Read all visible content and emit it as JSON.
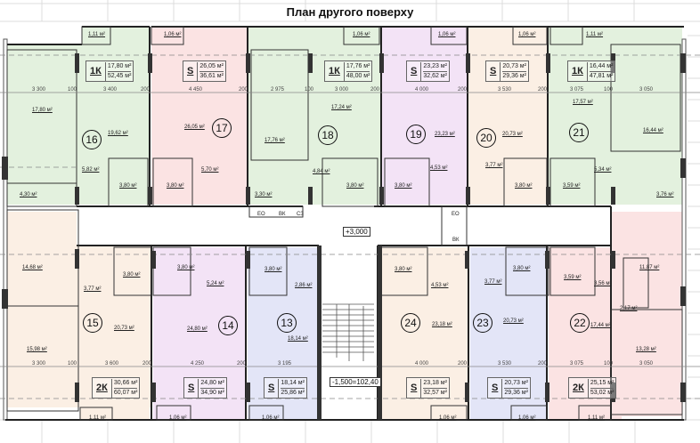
{
  "title": "План другого поверху",
  "colors": {
    "green": "#e3f1de",
    "pink": "#fbe3e3",
    "violet": "#f3e3f6",
    "peach": "#fbefe4",
    "blue": "#e3e5f7",
    "wall": "#222222",
    "grid": "#d9d9d9"
  },
  "levels": {
    "corridor": "+3,000",
    "stair": "-1,500=102,40"
  },
  "shafts": {
    "top": [
      "ЕО",
      "ВК",
      "СЗ"
    ],
    "right_top": "ЕО",
    "right_bottom": "ВК"
  },
  "apartments": [
    {
      "num": "16",
      "type": "1К",
      "living": "17,80 м²",
      "total": "52,45 м²",
      "balcony": "1,11 м²",
      "rooms": [
        "17,80 м²",
        "19,62 м²",
        "5,82 м²",
        "3,80 м²",
        "4,30 м²"
      ],
      "dims": [
        "3 300",
        "100",
        "3 400",
        "200"
      ]
    },
    {
      "num": "17",
      "type": "S",
      "living": "26,05 м²",
      "total": "36,61 м²",
      "balcony": "1,06 м²",
      "rooms": [
        "26,05 м²",
        "5,70 м²",
        "3,80 м²"
      ],
      "dims": [
        "4 450",
        "200"
      ]
    },
    {
      "num": "18",
      "type": "1К",
      "living": "17,76 м²",
      "total": "48,00 м²",
      "balcony": "1,06 м²",
      "rooms": [
        "17,76 м²",
        "17,24 м²",
        "4,84 м²",
        "3,80 м²",
        "3,30 м²"
      ],
      "dims": [
        "2 975",
        "100",
        "3 000",
        "200"
      ]
    },
    {
      "num": "19",
      "type": "S",
      "living": "23,23 м²",
      "total": "32,62 м²",
      "balcony": "1,06 м²",
      "rooms": [
        "23,23 м²",
        "4,53 м²",
        "3,80 м²"
      ],
      "dims": [
        "4 000",
        "200"
      ]
    },
    {
      "num": "20",
      "type": "S",
      "living": "20,73 м²",
      "total": "29,36 м²",
      "balcony": "1,06 м²",
      "rooms": [
        "20,73 м²",
        "3,77 м²",
        "3,80 м²"
      ],
      "dims": [
        "3 530",
        "200"
      ]
    },
    {
      "num": "21",
      "type": "1К",
      "living": "16,44 м²",
      "total": "47,81 м²",
      "balcony": "1,11 м²",
      "rooms": [
        "17,57 м²",
        "16,44 м²",
        "5,34 м²",
        "3,59 м²",
        "3,76 м²"
      ],
      "dims": [
        "3 075",
        "100",
        "3 050"
      ]
    },
    {
      "num": "15",
      "type": "2К",
      "living": "30,66 м²",
      "total": "60,07 м²",
      "balcony": "1,11 м²",
      "rooms": [
        "14,68 м²",
        "15,98 м²",
        "20,73 м²",
        "3,77 м²",
        "3,80 м²"
      ],
      "dims": [
        "3 300",
        "100",
        "3 600",
        "200"
      ]
    },
    {
      "num": "14",
      "type": "S",
      "living": "24,80 м²",
      "total": "34,90 м²",
      "balcony": "1,06 м²",
      "rooms": [
        "24,80 м²",
        "5,24 м²",
        "3,80 м²"
      ],
      "dims": [
        "4 250",
        "200"
      ]
    },
    {
      "num": "13",
      "type": "S",
      "living": "18,14 м²",
      "total": "25,86 м²",
      "balcony": "1,06 м²",
      "rooms": [
        "18,14 м²",
        "2,86 м²",
        "3,80 м²"
      ],
      "dims": [
        "3 195"
      ]
    },
    {
      "num": "24",
      "type": "S",
      "living": "23,18 м²",
      "total": "32,57 м²",
      "balcony": "1,06 м²",
      "rooms": [
        "23,18 м²",
        "4,53 м²",
        "3,80 м²"
      ],
      "dims": [
        "4 000",
        "200"
      ]
    },
    {
      "num": "23",
      "type": "S",
      "living": "20,73 м²",
      "total": "29,36 м²",
      "balcony": "1,06 м²",
      "rooms": [
        "20,73 м²",
        "3,77 м²",
        "3,80 м²"
      ],
      "dims": [
        "3 530",
        "200"
      ]
    },
    {
      "num": "22",
      "type": "2К",
      "living": "25,15 м²",
      "total": "53,02 м²",
      "balcony": "1,11 м²",
      "rooms": [
        "11,87 м²",
        "17,44 м²",
        "13,28 м²",
        "3,56 м²",
        "3,59 м²",
        "2,17 м²"
      ],
      "dims": [
        "3 075",
        "100",
        "3 050"
      ]
    }
  ]
}
